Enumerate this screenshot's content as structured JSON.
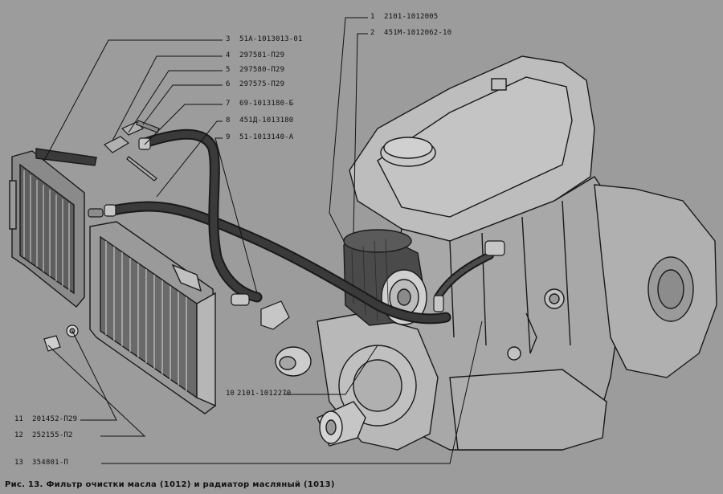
{
  "caption": "Рис. 13. Фильтр очистки масла (1012) и радиатор масляный (1013)",
  "callouts": [
    {
      "num": "1",
      "part": "2101-1012005"
    },
    {
      "num": "2",
      "part": "451М-1012062-10"
    },
    {
      "num": "3",
      "part": "51А-1013013-01"
    },
    {
      "num": "4",
      "part": "297581-П29"
    },
    {
      "num": "5",
      "part": "297580-П29"
    },
    {
      "num": "6",
      "part": "297575-П29"
    },
    {
      "num": "7",
      "part": "69-1013180-Б"
    },
    {
      "num": "8",
      "part": "451Д-1013180"
    },
    {
      "num": "9",
      "part": "51-1013140-А"
    },
    {
      "num": "10",
      "part": "2101-1012270"
    },
    {
      "num": "11",
      "part": "201452-П29"
    },
    {
      "num": "12",
      "part": "252155-П2"
    },
    {
      "num": "13",
      "part": "354801-П"
    }
  ]
}
